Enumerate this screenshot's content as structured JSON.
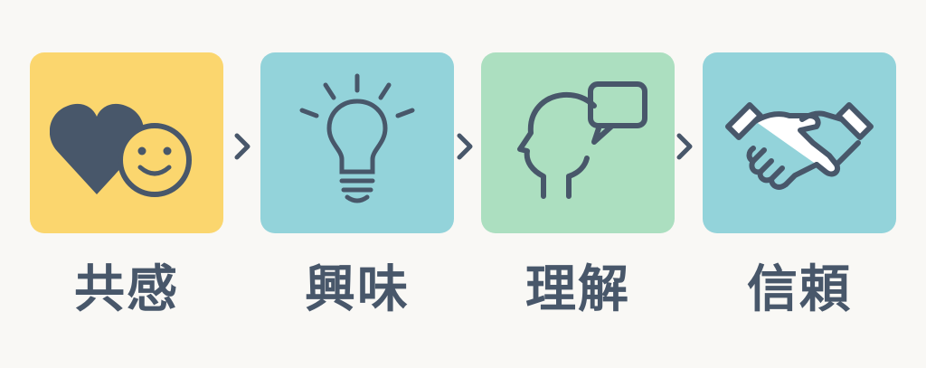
{
  "colors": {
    "ink": "#48576a",
    "empathy_bg": "#fbd66e",
    "interest_bg": "#93d3da",
    "understanding_bg": "#acdfc0",
    "trust_bg": "#93d3da",
    "background": "#f9f8f5"
  },
  "steps": [
    {
      "label": "共感",
      "icon": "heart-smiley-icon"
    },
    {
      "label": "興味",
      "icon": "lightbulb-icon"
    },
    {
      "label": "理解",
      "icon": "head-speech-bubble-icon"
    },
    {
      "label": "信頼",
      "icon": "handshake-icon"
    }
  ],
  "connector_icon": "chevron-right-icon"
}
